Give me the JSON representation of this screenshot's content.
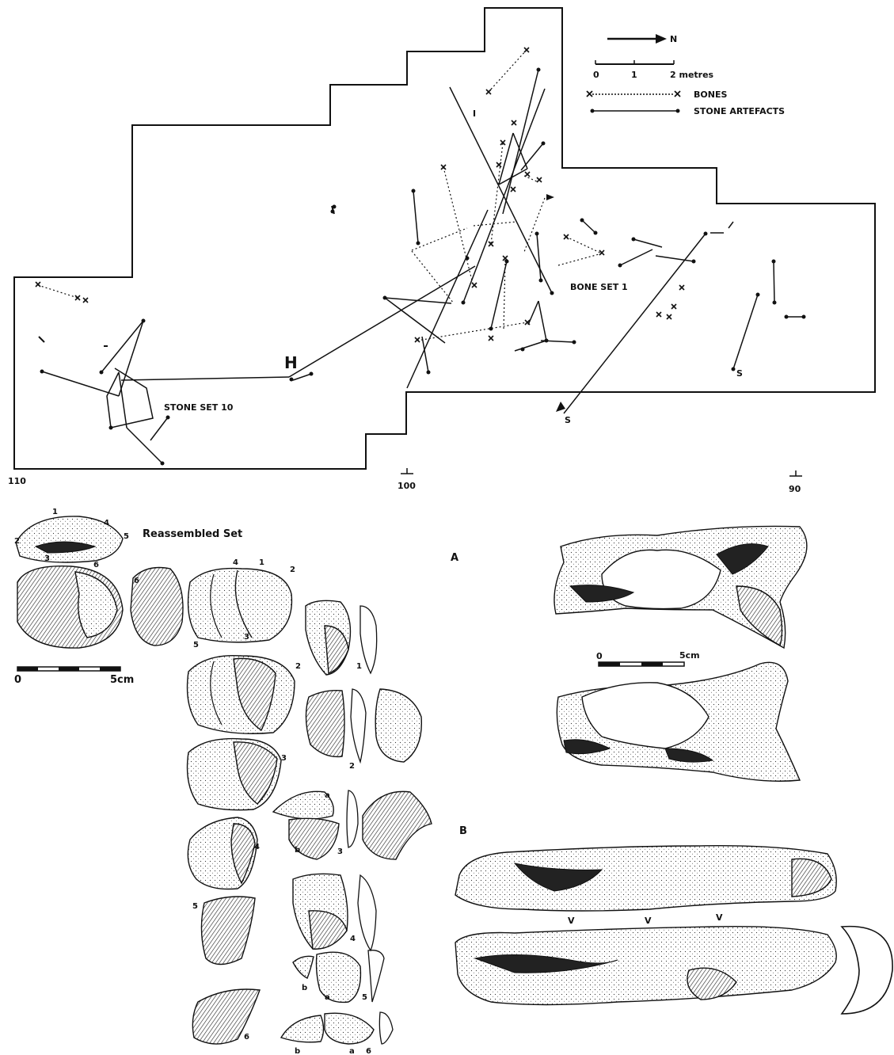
{
  "map": {
    "north_label": "N",
    "scale_ticks": [
      "0",
      "1",
      "2 metres"
    ],
    "legend": {
      "bones": "BONES",
      "stone_artefacts": "STONE ARTEFACTS"
    },
    "labels": {
      "bone_set": "BONE SET 1",
      "stone_set": "STONE SET 10",
      "hearth": "H",
      "i_mark": "I",
      "s_mark_1": "S",
      "s_mark_2": "S"
    },
    "grid_labels": [
      "110",
      "100",
      "90"
    ]
  },
  "lower_left": {
    "title": "Reassembled Set",
    "scale_left": "0",
    "scale_right": "5cm",
    "reassembled_numbers": [
      "1",
      "2",
      "3",
      "4",
      "5",
      "6"
    ],
    "core_numbers": [
      "4",
      "1",
      "2",
      "5",
      "3"
    ],
    "step_numbers": [
      "2",
      "3",
      "4",
      "5",
      "6"
    ],
    "flake_numbers": [
      "1",
      "2",
      "3",
      "4",
      "5",
      "6"
    ],
    "part_letters": [
      "a",
      "b",
      "b",
      "a",
      "b",
      "a"
    ]
  },
  "right": {
    "label_a": "A",
    "label_b": "B",
    "scale_left": "0",
    "scale_right": "5cm",
    "v_marks": [
      "V",
      "V",
      "V"
    ]
  }
}
